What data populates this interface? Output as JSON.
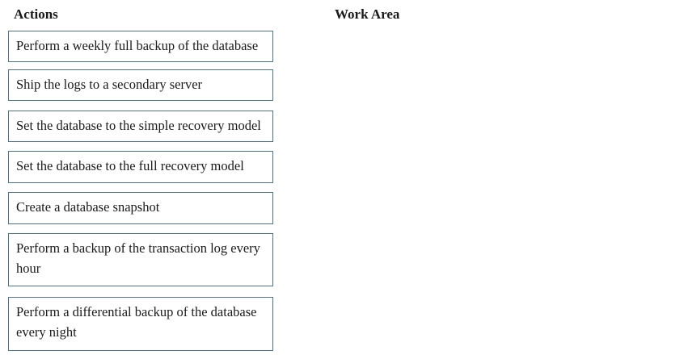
{
  "actions": {
    "heading": "Actions",
    "items": [
      {
        "label": "Perform a weekly full backup of the database"
      },
      {
        "label": "Ship the logs to a secondary server"
      },
      {
        "label": "Set the database to the simple recovery model"
      },
      {
        "label": "Set the database to the full recovery model"
      },
      {
        "label": "Create a database snapshot"
      },
      {
        "label": "Perform a backup of the transaction log every hour"
      },
      {
        "label": "Perform a differential backup of the database every night"
      }
    ]
  },
  "work_area": {
    "heading": "Work Area"
  },
  "colors": {
    "item_border": "#4d7394",
    "text": "#1a1a1a",
    "background": "#ffffff"
  }
}
